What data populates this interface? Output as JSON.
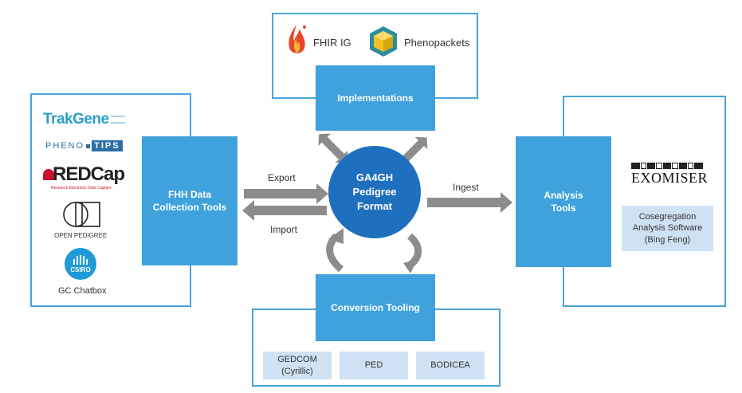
{
  "implementations": {
    "label": "Implementations",
    "fhir_label": "FHIR IG",
    "phenopackets_label": "Phenopackets",
    "fhir_icon": "fhir-flame-icon",
    "phenopackets_icon": "phenopackets-cube-icon"
  },
  "collection": {
    "label": "FHH Data\nCollection Tools",
    "tools": {
      "trakgene": "TrakGene",
      "phenotips_a": "PHENO",
      "phenotips_b": "TIPS",
      "redcap": "REDCap",
      "redcap_sub": "Research Electronic Data Capture",
      "openpedigree": "OPEN PEDIGREE",
      "csiro": "CSIRO",
      "gc_chatbox": "GC Chatbox"
    }
  },
  "center": {
    "label": "GA4GH\nPedigree\nFormat"
  },
  "arrows": {
    "export": "Export",
    "import": "Import",
    "ingest": "Ingest"
  },
  "analysis": {
    "label": "Analysis\nTools",
    "exomiser": "EXOMISER",
    "cosegregation": "Cosegregation\nAnalysis Software\n(Bing Feng)"
  },
  "conversion": {
    "label": "Conversion Tooling",
    "formats": [
      "GEDCOM\n(Cyrillic)",
      "PED",
      "BODICEA"
    ]
  },
  "colors": {
    "accent": "#3fa2dc",
    "frame": "#4aa3d9",
    "center": "#1f6fbf",
    "arrow": "#8c8c8c",
    "pill": "#cfe2f3"
  }
}
